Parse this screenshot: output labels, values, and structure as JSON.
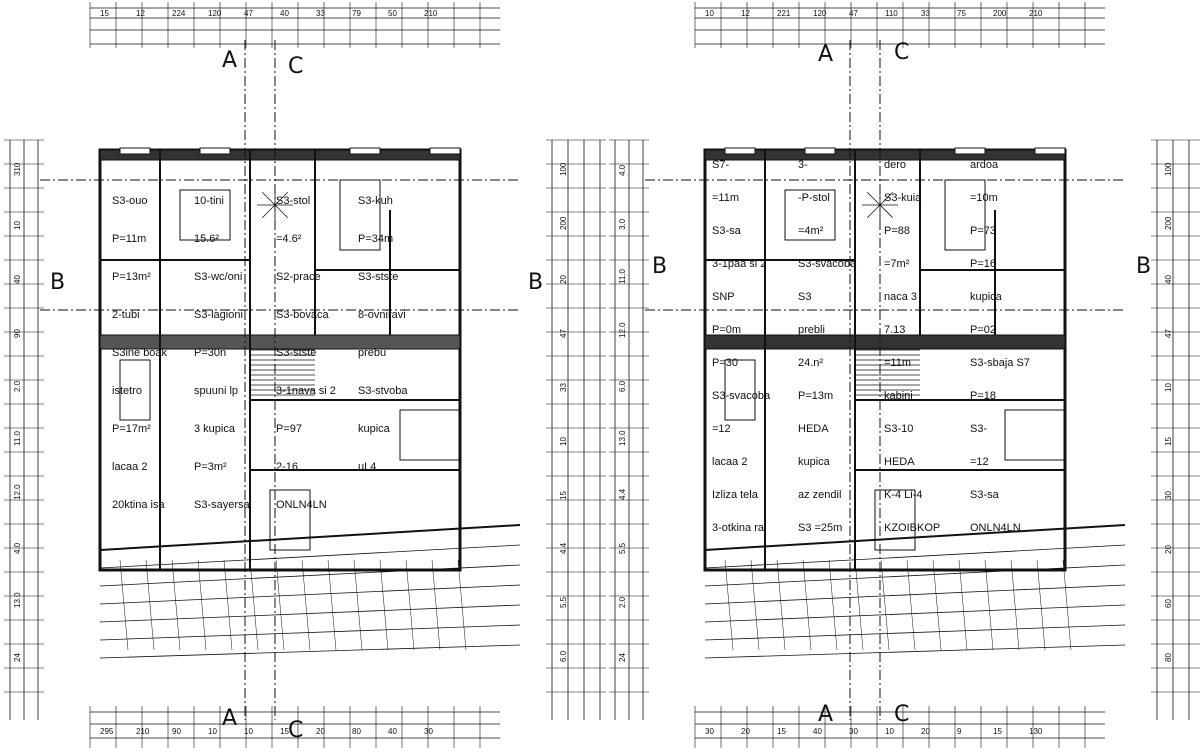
{
  "plans": [
    {
      "id": "left",
      "section_markers": {
        "top_a": "A",
        "top_c": "C",
        "bottom_a": "A",
        "bottom_c": "C",
        "side_b_left": "B",
        "side_b_right": "B"
      },
      "room_labels": [
        "S3-ouo",
        "10-tini",
        "S3-stol",
        "S3-kuh",
        "P=11m",
        "15.6²",
        "=4.6²",
        "P=34m",
        "P=13m²",
        "S3-wc/oni",
        "S2-prace",
        "S3-stste",
        "2-tubi",
        "S3-lagioni",
        "S3-bovaca",
        "8-ovniravi",
        "S3ine boak",
        "P=30n",
        "S3-stste",
        "prebu",
        "istetro",
        "spuuni lp",
        "3-1nava si 2",
        "S3-stvoba",
        "P=17m²",
        "3 kupica",
        "P=97",
        "kupica",
        "lacaa 2",
        "P=3m²",
        "2-16",
        "uL4",
        "20ktina isa",
        "S3-sayersa",
        "ONLN4LN"
      ],
      "dim_numbers": [
        "15",
        "12",
        "224",
        "120",
        "47",
        "40",
        "33",
        "79",
        "50",
        "210",
        "295",
        "210",
        "90",
        "10",
        "10",
        "15",
        "20",
        "80",
        "40",
        "30",
        "310",
        "10",
        "40",
        "90",
        "2.0",
        "11.0",
        "12.0",
        "4.0",
        "13.0",
        "24",
        "100",
        "200",
        "20",
        "47",
        "33",
        "10",
        "15",
        "4.4",
        "5.5",
        "6.0"
      ]
    },
    {
      "id": "right",
      "section_markers": {
        "top_a": "A",
        "top_c": "C",
        "bottom_a": "A",
        "bottom_c": "C",
        "side_b_left": "B",
        "side_b_right": "B"
      },
      "room_labels": [
        "S7-",
        "3-",
        "dero",
        "ardoa",
        "=11m",
        "-P-stol",
        "S3-kuia",
        "=10m",
        "S3-sa",
        "=4m²",
        "P=88",
        "P=73",
        "3-1paa si 2",
        "S3-svacoba",
        "=7m²",
        "P=16",
        "SNP",
        "S3",
        "naca 3",
        "kupica",
        "P=0m",
        "prebli",
        "7.13",
        "P=02",
        "P=30",
        "24.n²",
        "=11m",
        "S3-sbaja S7",
        "S3-svacoba",
        "P=13m",
        "kabini",
        "P=18",
        "=12",
        "HEDA",
        "S3-10",
        "S3-",
        "lacaa 2",
        "kupica",
        "HEDA",
        "=12",
        "Izliza tela",
        "az zendil",
        "K-4 Li-4",
        "S3-sa",
        "3-otkina ra",
        "S3 =25m",
        "KZOIBKOP",
        "ONLN4LN"
      ],
      "dim_numbers": [
        "10",
        "12",
        "221",
        "120",
        "47",
        "110",
        "33",
        "75",
        "200",
        "210",
        "30",
        "20",
        "15",
        "40",
        "30",
        "10",
        "20",
        "9",
        "15",
        "130",
        "4.0",
        "3.0",
        "11.0",
        "12.0",
        "6.0",
        "13.0",
        "4.4",
        "5.5",
        "2.0",
        "24",
        "100",
        "200",
        "40",
        "47",
        "10",
        "15",
        "30",
        "20",
        "60",
        "80"
      ]
    }
  ]
}
